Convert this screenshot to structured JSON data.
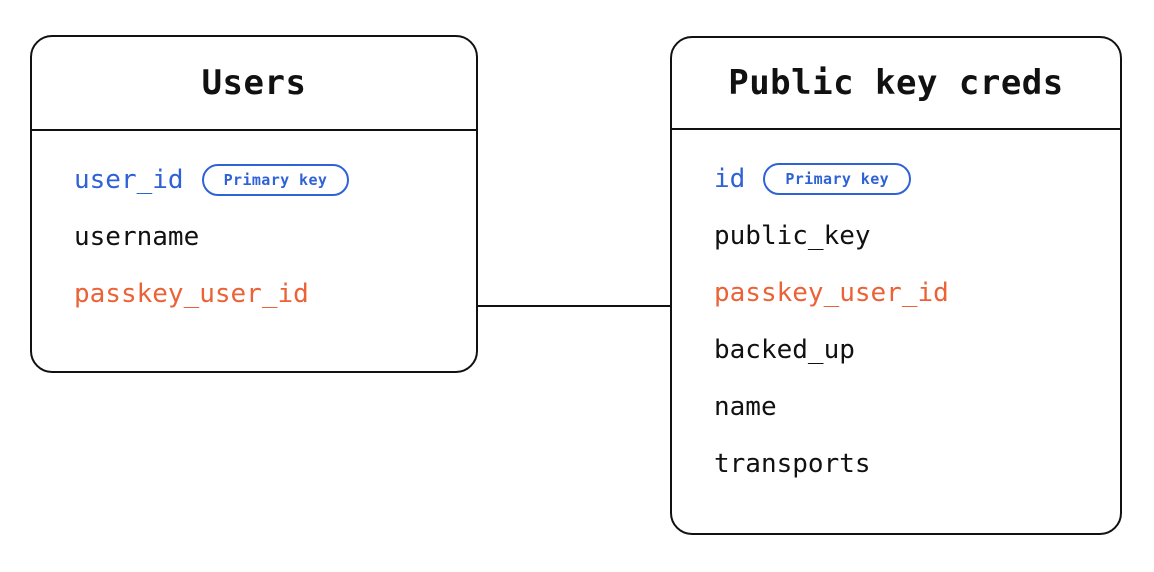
{
  "diagram": {
    "type": "entity-relationship",
    "background": "#ffffff",
    "colors": {
      "border": "#111111",
      "text": "#111111",
      "primary_key": "#2f62d6",
      "foreign_key": "#ec6237",
      "connector": "#111111"
    },
    "entities": [
      {
        "id": "users",
        "title": "Users",
        "fields": [
          {
            "name": "user_id",
            "role": "primary",
            "badge": "Primary key"
          },
          {
            "name": "username",
            "role": "plain",
            "badge": null
          },
          {
            "name": "passkey_user_id",
            "role": "foreign",
            "badge": null
          }
        ]
      },
      {
        "id": "credentials",
        "title": "Public key creds",
        "fields": [
          {
            "name": "id",
            "role": "primary",
            "badge": "Primary key"
          },
          {
            "name": "public_key",
            "role": "plain",
            "badge": null
          },
          {
            "name": "passkey_user_id",
            "role": "foreign",
            "badge": null
          },
          {
            "name": "backed_up",
            "role": "plain",
            "badge": null
          },
          {
            "name": "name",
            "role": "plain",
            "badge": null
          },
          {
            "name": "transports",
            "role": "plain",
            "badge": null
          }
        ]
      }
    ],
    "relationships": [
      {
        "id": "users-to-credentials",
        "from_entity": "users",
        "from_field": "passkey_user_id",
        "to_entity": "credentials",
        "to_field": "passkey_user_id",
        "style": "solid"
      }
    ]
  }
}
